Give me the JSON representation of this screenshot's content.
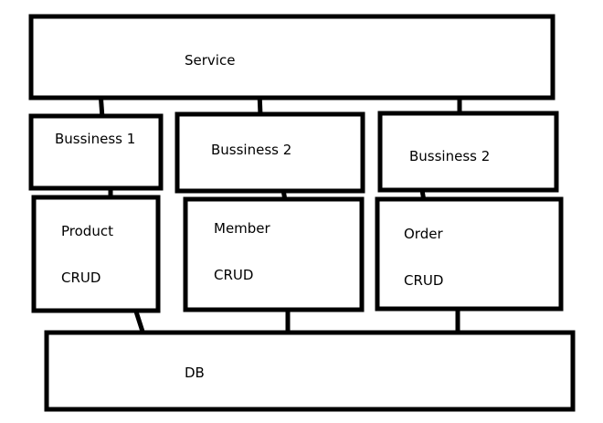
{
  "diagram": {
    "service": {
      "label": "Service"
    },
    "business": [
      {
        "label": "Bussiness 1"
      },
      {
        "label": "Bussiness 2"
      },
      {
        "label": "Bussiness 2"
      }
    ],
    "crud": [
      {
        "entity": "Product",
        "operation": "CRUD"
      },
      {
        "entity": "Member",
        "operation": "CRUD"
      },
      {
        "entity": "Order",
        "operation": "CRUD"
      }
    ],
    "db": {
      "label": "DB"
    },
    "colors": {
      "stroke": "#000000",
      "fill": "#ffffff"
    }
  }
}
